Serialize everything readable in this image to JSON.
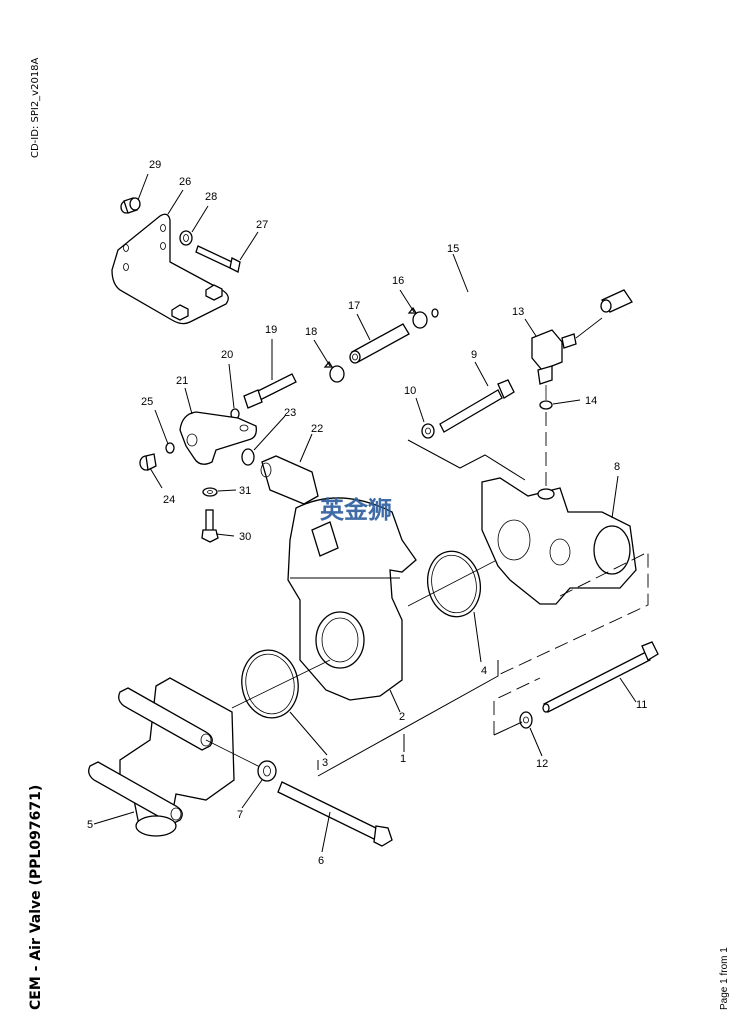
{
  "document": {
    "doc_id": "CD-ID: SPI2_v2018A",
    "title": "CEM - Air Valve (PPL097671)",
    "page_info": "Page 1 from 1"
  },
  "watermark": "英金狮",
  "callouts": {
    "c1": "1",
    "c2": "2",
    "c3": "3",
    "c4": "4",
    "c5": "5",
    "c6": "6",
    "c7": "7",
    "c8": "8",
    "c9": "9",
    "c10": "10",
    "c11": "11",
    "c12": "12",
    "c13": "13",
    "c14": "14",
    "c15": "15",
    "c16": "16",
    "c17": "17",
    "c18": "18",
    "c19": "19",
    "c20": "20",
    "c21": "21",
    "c22": "22",
    "c23": "23",
    "c24": "24",
    "c25": "25",
    "c26": "26",
    "c27": "27",
    "c28": "28",
    "c29": "29",
    "c30": "30",
    "c31": "31"
  },
  "colors": {
    "line": "#000000",
    "watermark": "#2f5f9e",
    "background": "#ffffff"
  }
}
